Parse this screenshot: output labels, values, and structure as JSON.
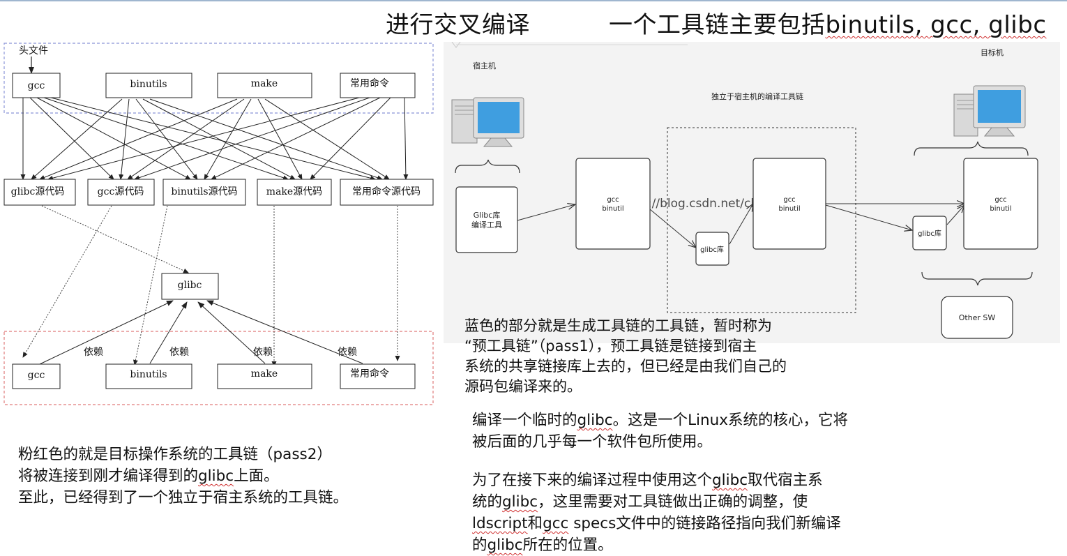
{
  "title": {
    "left": "进行交叉编译",
    "right_prefix": "一个工具链主要包括",
    "right_rest": "binutils, gcc, glibc"
  },
  "left_diagram": {
    "header_label": "头文件",
    "top_row": [
      "gcc",
      "binutils",
      "make",
      "常用命令"
    ],
    "source_row": [
      "glibc源代码",
      "gcc源代码",
      "binutils源代码",
      "make源代码",
      "常用命令源代码"
    ],
    "center": "glibc",
    "bottom_row": [
      "gcc",
      "binutils",
      "make",
      "常用命令"
    ],
    "dep_label": "依赖"
  },
  "right_diagram": {
    "host_label": "宿主机",
    "target_label": "目标机",
    "toolchain_label": "独立于宿主机的编译工具链",
    "glibc_tool_line1": "Glibc库",
    "glibc_tool_line2": "编译工具",
    "gcc_line1": "gcc",
    "gcc_line2": "binutil",
    "glibc_small": "glibc库",
    "other_sw": "Other SW",
    "watermark": "http://blog.csdn.net/chenxiaofang"
  },
  "blue_para": [
    "蓝色的部分就是生成工具链的工具链，暂时称为",
    "“预工具链”（pass1），预工具链是链接到宿主",
    "系统的共享链接库上去的，但已经是由我们自己的",
    "源码包编译来的。"
  ],
  "glibc_para": {
    "line1_a": "编译一个临时的",
    "line1_link": "glibc",
    "line1_b": "。这是一个Linux系统的核心，它将",
    "line2": "被后面的几乎每一个软件包所使用。"
  },
  "pink_para": {
    "line1": "粉红色的就是目标操作系统的工具链（pass2）",
    "line2_a": "将被连接到刚才编译得到的",
    "line2_link": "glibc",
    "line2_b": "上面。",
    "line3": "至此，已经得到了一个独立于宿主系统的工具链。"
  },
  "adjust_para": {
    "l1_a": "为了在接下来的编译过程中使用这个",
    "l1_link": "glibc",
    "l1_b": "取代宿主系",
    "l2_a": "统的",
    "l2_link": "glibc",
    "l2_b": "，这里需要对工具链做出正确的调整，使",
    "l3_link1": "ldscript",
    "l3_a": "和",
    "l3_link2": "gcc",
    "l3_b": " specs文件中的链接路径指向我们新编译",
    "l4_a": "的",
    "l4_link": "glibc",
    "l4_b": "所在的位置。"
  },
  "colors": {
    "blue_dash": "#8b95d8",
    "pink_dash": "#e07a7a",
    "arrow": "#222222",
    "right_bg": "#f3f3f3"
  }
}
